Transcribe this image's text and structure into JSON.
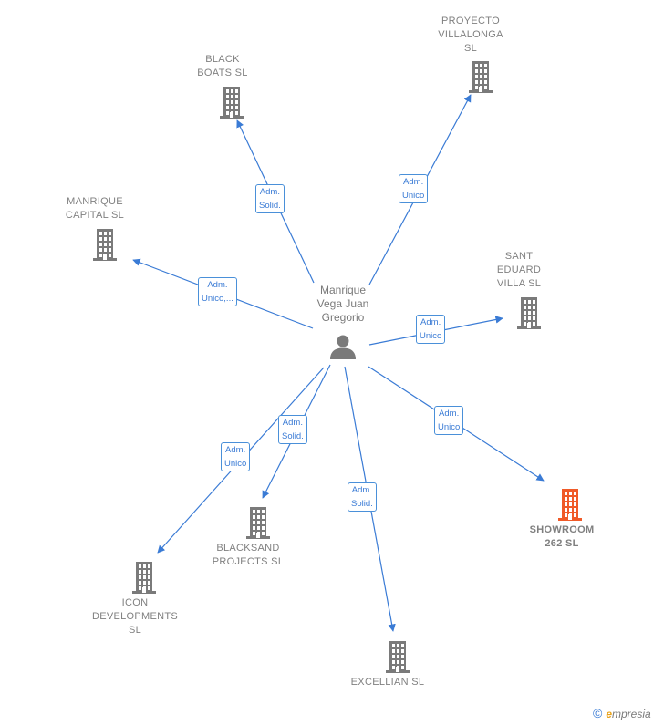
{
  "center": {
    "name_lines": [
      "Manrique",
      "Vega Juan",
      "Gregorio"
    ],
    "icon": "person-icon"
  },
  "colors": {
    "edge": "#3a7bd5",
    "building": "#7a7a7a",
    "building_focus": "#f05a28",
    "label": "#808080"
  },
  "nodes": [
    {
      "id": "proyecto-villalonga",
      "lines": [
        "PROYECTO",
        "VILLALONGA",
        "SL"
      ],
      "focus": false,
      "edge_label": [
        "Adm.",
        "Unico"
      ]
    },
    {
      "id": "black-boats",
      "lines": [
        "BLACK",
        "BOATS  SL"
      ],
      "focus": false,
      "edge_label": [
        "Adm.",
        "Solid."
      ]
    },
    {
      "id": "manrique-capital",
      "lines": [
        "MANRIQUE",
        "CAPITAL  SL"
      ],
      "focus": false,
      "edge_label": [
        "Adm.",
        "Unico,..."
      ]
    },
    {
      "id": "sant-eduard-villa",
      "lines": [
        "SANT",
        "EDUARD",
        "VILLA  SL"
      ],
      "focus": false,
      "edge_label": [
        "Adm.",
        "Unico"
      ]
    },
    {
      "id": "showroom-262",
      "lines": [
        "SHOWROOM",
        "262  SL"
      ],
      "focus": true,
      "edge_label": [
        "Adm.",
        "Unico"
      ]
    },
    {
      "id": "blacksand-projects",
      "lines": [
        "BLACKSAND",
        "PROJECTS  SL"
      ],
      "focus": false,
      "edge_label": [
        "Adm.",
        "Solid."
      ]
    },
    {
      "id": "icon-developments",
      "lines": [
        "ICON",
        "DEVELOPMENTS",
        "SL"
      ],
      "focus": false,
      "edge_label": [
        "Adm.",
        "Unico"
      ]
    },
    {
      "id": "excellian",
      "lines": [
        "EXCELLIAN  SL"
      ],
      "focus": false,
      "edge_label": [
        "Adm.",
        "Solid."
      ]
    }
  ],
  "footer": {
    "copyright": "©",
    "brand_initial": "e",
    "brand_rest": "mpresia"
  }
}
